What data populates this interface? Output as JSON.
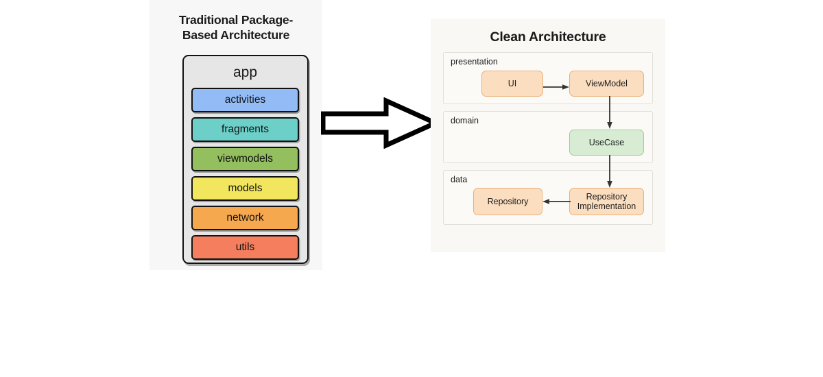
{
  "left": {
    "title_line1": "Traditional Package-",
    "title_line2": "Based Architecture",
    "container_label": "app",
    "packages": [
      {
        "label": "activities",
        "color": "#93bbf5"
      },
      {
        "label": "fragments",
        "color": "#6ccfc8"
      },
      {
        "label": "viewmodels",
        "color": "#93bf5e"
      },
      {
        "label": "models",
        "color": "#f2e65e"
      },
      {
        "label": "network",
        "color": "#f6a84f"
      },
      {
        "label": "utils",
        "color": "#f47e5e"
      }
    ]
  },
  "transition": {
    "arrow_icon": "right-block-arrow-icon",
    "arrow_direction": "right",
    "arrow_stroke": "#000000",
    "arrow_fill": "#ffffff"
  },
  "right": {
    "title": "Clean Architecture",
    "layers": [
      {
        "name": "presentation",
        "nodes": [
          {
            "label": "UI",
            "style": "orange"
          },
          {
            "label": "ViewModel",
            "style": "orange"
          }
        ]
      },
      {
        "name": "domain",
        "nodes": [
          {
            "label": "UseCase",
            "style": "green"
          }
        ]
      },
      {
        "name": "data",
        "nodes": [
          {
            "label": "Repository",
            "style": "orange"
          },
          {
            "label_line1": "Repository",
            "label_line2": "Implementation",
            "style": "orange"
          }
        ]
      }
    ],
    "edges": [
      {
        "from": "UI",
        "to": "ViewModel",
        "direction": "right"
      },
      {
        "from": "ViewModel",
        "to": "UseCase",
        "direction": "down"
      },
      {
        "from": "UseCase",
        "to": "Repository Implementation",
        "direction": "down"
      },
      {
        "from": "Repository Implementation",
        "to": "Repository",
        "direction": "left"
      }
    ],
    "edge_color": "#333333"
  },
  "theme": {
    "page_background": "#ffffff",
    "left_panel_background": "#f7f7f7",
    "right_panel_background": "#faf8f4",
    "node_orange_fill": "#fbdec0",
    "node_orange_border": "#eab07a",
    "node_green_fill": "#d7ecd3",
    "node_green_border": "#9ecf96",
    "app_container_fill": "#e6e6e6",
    "app_container_border": "#111111"
  }
}
